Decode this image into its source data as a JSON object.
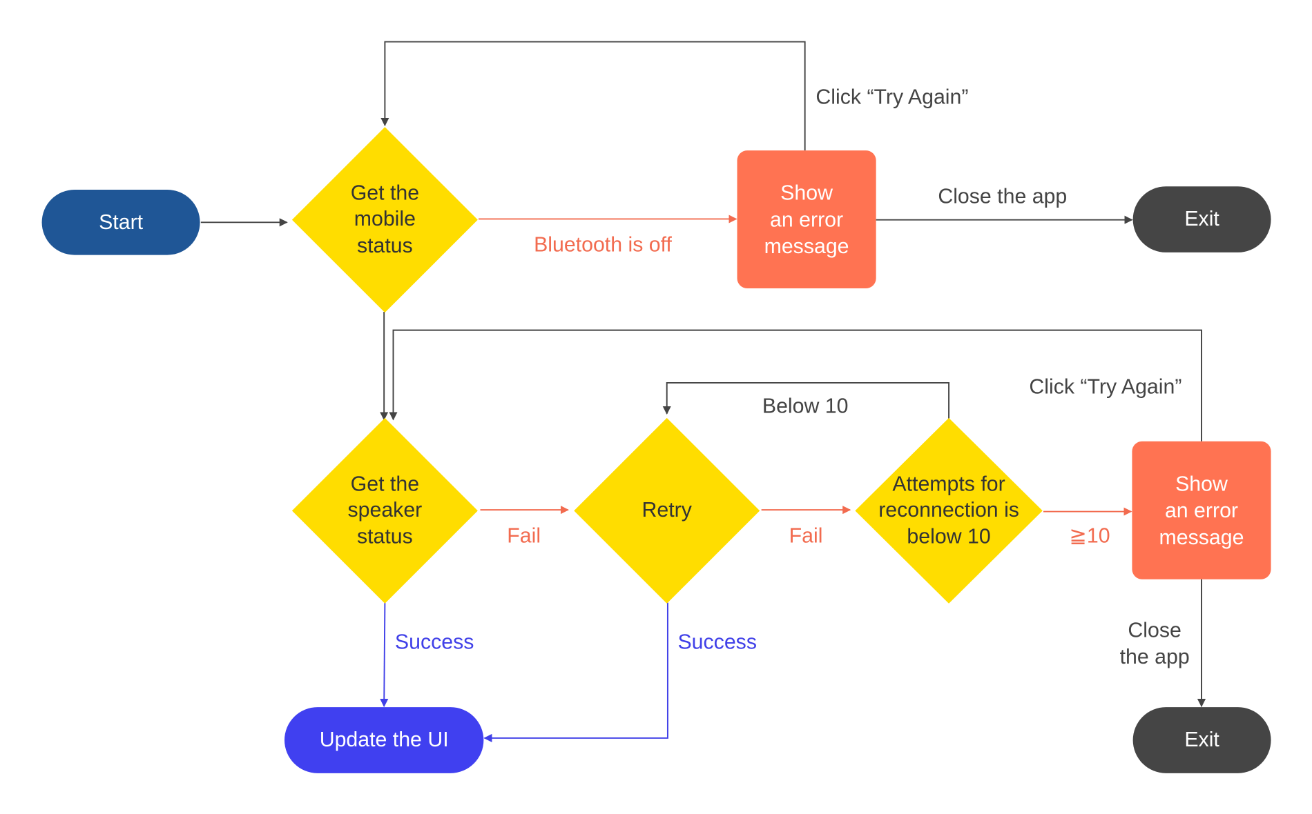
{
  "colors": {
    "start": "#1F5696",
    "diamond": "#FFDD00",
    "error": "#FF7352",
    "exit": "#454545",
    "update": "#4040F0",
    "edge_gray": "#444444",
    "edge_orange": "#F26B4F",
    "edge_blue": "#4040E8"
  },
  "nodes": {
    "start": "Start",
    "get_mobile_status": "Get the\nmobile\nstatus",
    "error_top": "Show\nan error\nmessage",
    "exit_top": "Exit",
    "get_speaker_status": "Get the\nspeaker\nstatus",
    "retry": "Retry",
    "attempts_check": "Attempts for\nreconnection is\nbelow 10",
    "error_bottom": "Show\nan error\nmessage",
    "update_ui": "Update the UI",
    "exit_bottom": "Exit"
  },
  "edge_labels": {
    "try_again_top": "Click “Try Again”",
    "close_app_top": "Close the app",
    "bluetooth_off": "Bluetooth is off",
    "below_10": "Below 10",
    "try_again_bottom": "Click “Try Again”",
    "fail_speaker": "Fail",
    "fail_retry": "Fail",
    "ge_10": "≧10",
    "success_speaker": "Success",
    "success_retry": "Success",
    "close_app_bottom": "Close\nthe app"
  }
}
